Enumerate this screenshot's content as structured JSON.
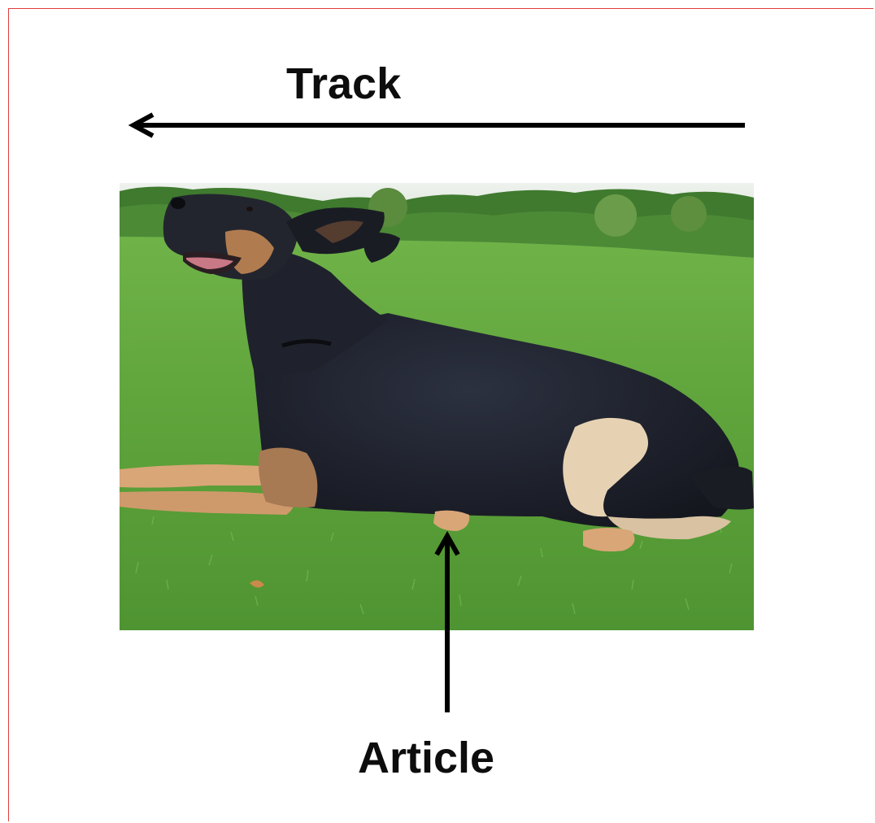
{
  "diagram": {
    "track_label": "Track",
    "article_label": "Article"
  },
  "photo": {
    "subject": "german-shepherd-dog-lying-on-grass"
  },
  "colors": {
    "arrow": "#000000",
    "frame_border": "#e23c3c",
    "grass": "#5da33c",
    "dog_coat": "#1c1f2a",
    "dog_tan": "#d9a677"
  }
}
